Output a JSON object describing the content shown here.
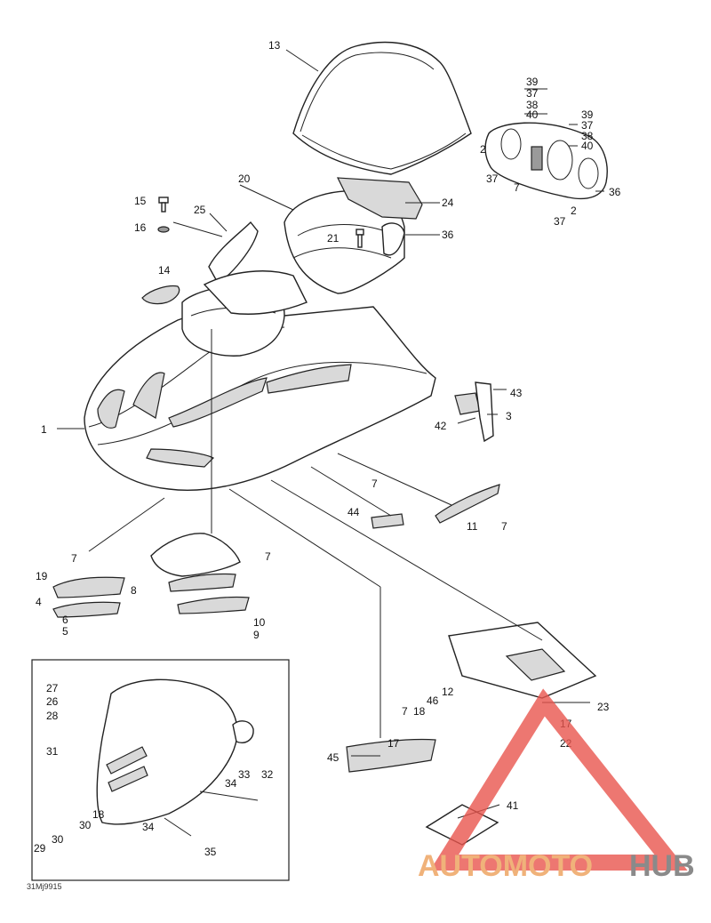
{
  "drawing_code": "31Mj9915",
  "watermark": {
    "part1": "AUTOMOTO",
    "part2": "HUB",
    "color1": "#f0b27a",
    "color2": "#8a8a8a",
    "triangle_color": "#e8554e"
  },
  "callouts": {
    "c1": "1",
    "c2a": "2",
    "c2b": "2",
    "c3": "3",
    "c4": "4",
    "c5": "5",
    "c6": "6",
    "c7a": "7",
    "c7b": "7",
    "c7c": "7",
    "c7d": "7",
    "c7e": "7",
    "c7f": "7",
    "c8": "8",
    "c9": "9",
    "c10": "10",
    "c11": "11",
    "c12": "12",
    "c13": "13",
    "c14": "14",
    "c15": "15",
    "c16": "16",
    "c17a": "17",
    "c17b": "17",
    "c18a": "18",
    "c18b": "18",
    "c19": "19",
    "c20": "20",
    "c21": "21",
    "c22": "22",
    "c23": "23",
    "c24": "24",
    "c25": "25",
    "c26": "26",
    "c27": "27",
    "c28": "28",
    "c29": "29",
    "c30a": "30",
    "c30b": "30",
    "c31": "31",
    "c32": "32",
    "c33": "33",
    "c34a": "34",
    "c34b": "34",
    "c35": "35",
    "c36a": "36",
    "c36b": "36",
    "c37a": "37",
    "c37b": "37",
    "c37c": "37",
    "c37d": "37",
    "c38a": "38",
    "c38b": "38",
    "c39a": "39",
    "c39b": "39",
    "c40a": "40",
    "c40b": "40",
    "c41": "41",
    "c42": "42",
    "c43": "43",
    "c44": "44",
    "c45": "45",
    "c46": "46"
  }
}
